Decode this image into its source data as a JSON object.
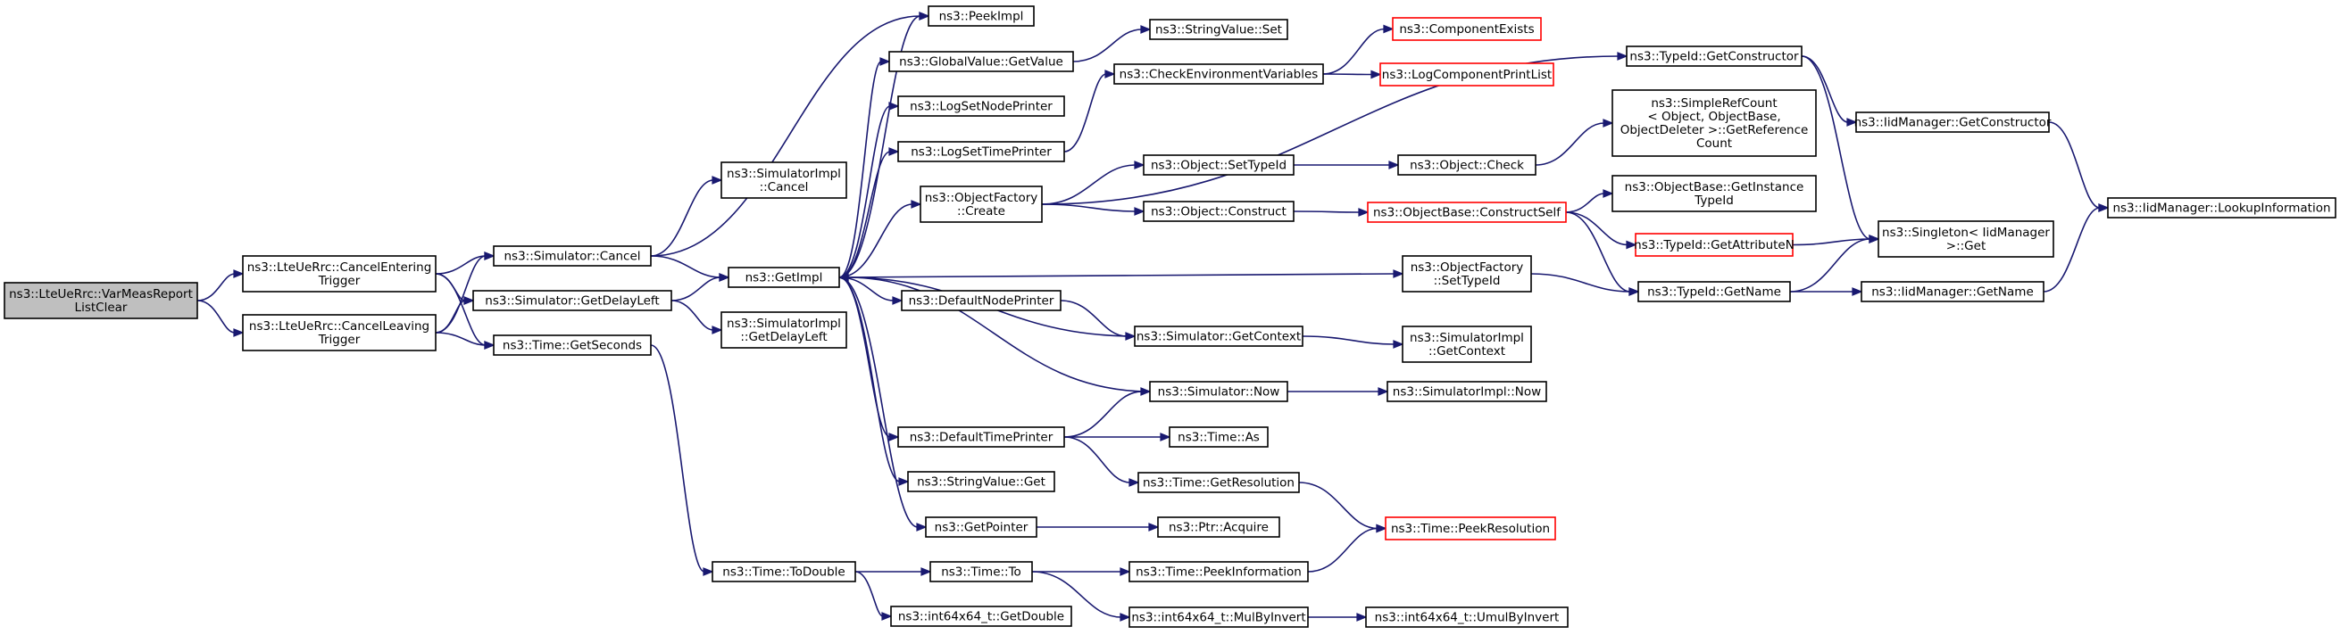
{
  "nodes": [
    {
      "id": "root",
      "lines": [
        "ns3::LteUeRrc::VarMeasReport",
        "ListClear"
      ],
      "style": "root"
    },
    {
      "id": "cet",
      "lines": [
        "ns3::LteUeRrc::CancelEntering",
        "Trigger"
      ]
    },
    {
      "id": "clt",
      "lines": [
        "ns3::LteUeRrc::CancelLeaving",
        "Trigger"
      ]
    },
    {
      "id": "simcancel",
      "lines": [
        "ns3::Simulator::Cancel"
      ]
    },
    {
      "id": "simdelay",
      "lines": [
        "ns3::Simulator::GetDelayLeft"
      ]
    },
    {
      "id": "getsec",
      "lines": [
        "ns3::Time::GetSeconds"
      ]
    },
    {
      "id": "implcancel",
      "lines": [
        "ns3::SimulatorImpl",
        "::Cancel"
      ]
    },
    {
      "id": "getimpl",
      "lines": [
        "ns3::GetImpl"
      ]
    },
    {
      "id": "impldelay",
      "lines": [
        "ns3::SimulatorImpl",
        "::GetDelayLeft"
      ]
    },
    {
      "id": "todouble",
      "lines": [
        "ns3::Time::ToDouble"
      ]
    },
    {
      "id": "peekimpl",
      "lines": [
        "ns3::PeekImpl"
      ]
    },
    {
      "id": "gvget",
      "lines": [
        "ns3::GlobalValue::GetValue"
      ]
    },
    {
      "id": "lognode",
      "lines": [
        "ns3::LogSetNodePrinter"
      ]
    },
    {
      "id": "logtime",
      "lines": [
        "ns3::LogSetTimePrinter"
      ]
    },
    {
      "id": "ofcreate",
      "lines": [
        "ns3::ObjectFactory",
        "::Create"
      ]
    },
    {
      "id": "defnode",
      "lines": [
        "ns3::DefaultNodePrinter"
      ]
    },
    {
      "id": "deftime",
      "lines": [
        "ns3::DefaultTimePrinter"
      ]
    },
    {
      "id": "svget",
      "lines": [
        "ns3::StringValue::Get"
      ]
    },
    {
      "id": "getptr",
      "lines": [
        "ns3::GetPointer"
      ]
    },
    {
      "id": "timeto",
      "lines": [
        "ns3::Time::To"
      ]
    },
    {
      "id": "getdouble",
      "lines": [
        "ns3::int64x64_t::GetDouble"
      ]
    },
    {
      "id": "svset",
      "lines": [
        "ns3::StringValue::Set"
      ]
    },
    {
      "id": "checkenv",
      "lines": [
        "ns3::CheckEnvironmentVariables"
      ]
    },
    {
      "id": "settypeid",
      "lines": [
        "ns3::Object::SetTypeId"
      ]
    },
    {
      "id": "construct",
      "lines": [
        "ns3::Object::Construct"
      ]
    },
    {
      "id": "simctx",
      "lines": [
        "ns3::Simulator::GetContext"
      ]
    },
    {
      "id": "simnow",
      "lines": [
        "ns3::Simulator::Now"
      ]
    },
    {
      "id": "timeas",
      "lines": [
        "ns3::Time::As"
      ]
    },
    {
      "id": "getres",
      "lines": [
        "ns3::Time::GetResolution"
      ]
    },
    {
      "id": "ptracq",
      "lines": [
        "ns3::Ptr::Acquire"
      ]
    },
    {
      "id": "peekinfo",
      "lines": [
        "ns3::Time::PeekInformation"
      ]
    },
    {
      "id": "mulbyinv",
      "lines": [
        "ns3::int64x64_t::MulByInvert"
      ]
    },
    {
      "id": "compexists",
      "lines": [
        "ns3::ComponentExists"
      ],
      "style": "trunc"
    },
    {
      "id": "logprint",
      "lines": [
        "ns3::LogComponentPrintList"
      ],
      "style": "trunc"
    },
    {
      "id": "objcheck",
      "lines": [
        "ns3::Object::Check"
      ]
    },
    {
      "id": "constructself",
      "lines": [
        "ns3::ObjectBase::ConstructSelf"
      ],
      "style": "trunc"
    },
    {
      "id": "ofsettypeid",
      "lines": [
        "ns3::ObjectFactory",
        "::SetTypeId"
      ]
    },
    {
      "id": "implctx",
      "lines": [
        "ns3::SimulatorImpl",
        "::GetContext"
      ]
    },
    {
      "id": "implnow",
      "lines": [
        "ns3::SimulatorImpl::Now"
      ]
    },
    {
      "id": "peekres",
      "lines": [
        "ns3::Time::PeekResolution"
      ],
      "style": "trunc"
    },
    {
      "id": "umulbyinv",
      "lines": [
        "ns3::int64x64_t::UmulByInvert"
      ]
    },
    {
      "id": "getctor",
      "lines": [
        "ns3::TypeId::GetConstructor"
      ]
    },
    {
      "id": "refcount",
      "lines": [
        "ns3::SimpleRefCount",
        "< Object, ObjectBase,",
        "ObjectDeleter >::GetReference",
        "Count"
      ]
    },
    {
      "id": "getinsttid",
      "lines": [
        "ns3::ObjectBase::GetInstance",
        "TypeId"
      ]
    },
    {
      "id": "getattrn",
      "lines": [
        "ns3::TypeId::GetAttributeN"
      ],
      "style": "trunc"
    },
    {
      "id": "tidgetname",
      "lines": [
        "ns3::TypeId::GetName"
      ]
    },
    {
      "id": "iidgetctor",
      "lines": [
        "ns3::IidManager::GetConstructor"
      ]
    },
    {
      "id": "singleton",
      "lines": [
        "ns3::Singleton< IidManager",
        " >::Get"
      ]
    },
    {
      "id": "iidgetname",
      "lines": [
        "ns3::IidManager::GetName"
      ]
    },
    {
      "id": "iidlookup",
      "lines": [
        "ns3::IidManager::LookupInformation"
      ]
    }
  ],
  "edges": [
    [
      "root",
      "cet"
    ],
    [
      "root",
      "clt"
    ],
    [
      "cet",
      "simcancel"
    ],
    [
      "cet",
      "simdelay"
    ],
    [
      "cet",
      "getsec"
    ],
    [
      "clt",
      "simcancel"
    ],
    [
      "clt",
      "simdelay"
    ],
    [
      "clt",
      "getsec"
    ],
    [
      "simcancel",
      "implcancel"
    ],
    [
      "simcancel",
      "getimpl"
    ],
    [
      "simcancel",
      "peekimpl"
    ],
    [
      "simdelay",
      "getimpl"
    ],
    [
      "simdelay",
      "impldelay"
    ],
    [
      "getsec",
      "todouble"
    ],
    [
      "getimpl",
      "peekimpl"
    ],
    [
      "getimpl",
      "gvget"
    ],
    [
      "getimpl",
      "lognode"
    ],
    [
      "getimpl",
      "logtime"
    ],
    [
      "getimpl",
      "ofcreate"
    ],
    [
      "getimpl",
      "defnode"
    ],
    [
      "getimpl",
      "deftime"
    ],
    [
      "getimpl",
      "svget"
    ],
    [
      "getimpl",
      "getptr"
    ],
    [
      "getimpl",
      "ofsettypeid"
    ],
    [
      "gvget",
      "svset"
    ],
    [
      "logtime",
      "checkenv"
    ],
    [
      "checkenv",
      "compexists"
    ],
    [
      "checkenv",
      "logprint"
    ],
    [
      "ofcreate",
      "settypeid"
    ],
    [
      "ofcreate",
      "construct"
    ],
    [
      "ofcreate",
      "getctor"
    ],
    [
      "settypeid",
      "objcheck"
    ],
    [
      "objcheck",
      "refcount"
    ],
    [
      "construct",
      "constructself"
    ],
    [
      "constructself",
      "getinsttid"
    ],
    [
      "constructself",
      "getattrn"
    ],
    [
      "constructself",
      "tidgetname"
    ],
    [
      "getattrn",
      "singleton"
    ],
    [
      "defnode",
      "simctx"
    ],
    [
      "simctx",
      "getimpl"
    ],
    [
      "simctx",
      "implctx"
    ],
    [
      "deftime",
      "simnow"
    ],
    [
      "deftime",
      "timeas"
    ],
    [
      "deftime",
      "getres"
    ],
    [
      "simnow",
      "getimpl"
    ],
    [
      "simnow",
      "implnow"
    ],
    [
      "getres",
      "peekres"
    ],
    [
      "getptr",
      "ptracq"
    ],
    [
      "ofsettypeid",
      "tidgetname"
    ],
    [
      "getctor",
      "iidgetctor"
    ],
    [
      "getctor",
      "singleton"
    ],
    [
      "iidgetctor",
      "iidlookup"
    ],
    [
      "tidgetname",
      "singleton"
    ],
    [
      "tidgetname",
      "iidgetname"
    ],
    [
      "iidgetname",
      "iidlookup"
    ],
    [
      "todouble",
      "timeto"
    ],
    [
      "todouble",
      "getdouble"
    ],
    [
      "timeto",
      "peekinfo"
    ],
    [
      "timeto",
      "mulbyinv"
    ],
    [
      "peekinfo",
      "peekres"
    ],
    [
      "mulbyinv",
      "umulbyinv"
    ]
  ]
}
